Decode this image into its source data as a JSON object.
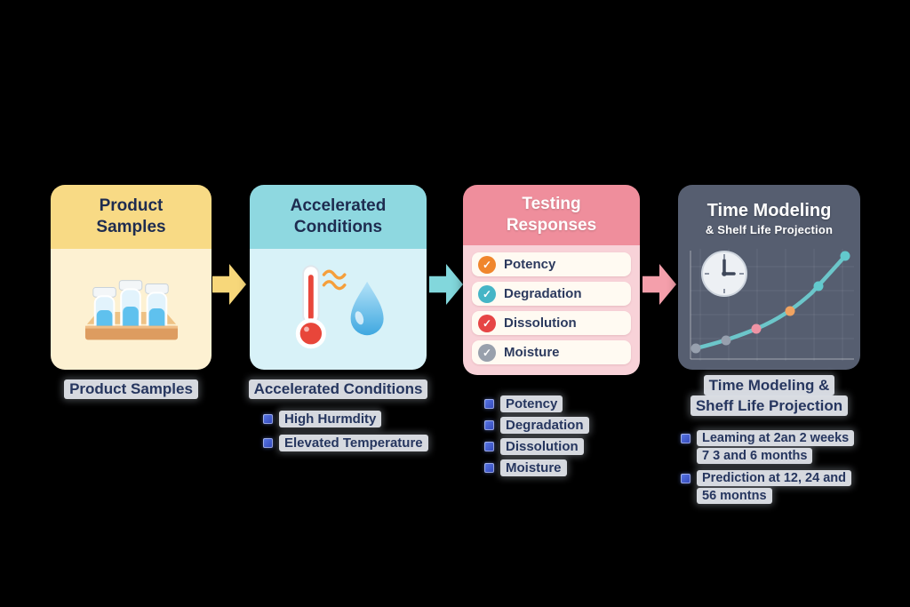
{
  "flow": {
    "cards": [
      {
        "title_lines": [
          "Product",
          "Samples"
        ],
        "header_color": "#f8da85",
        "body_color": "#fdf1d2"
      },
      {
        "title_lines": [
          "Accelerated",
          "Conditions"
        ],
        "header_color": "#8ed8e0",
        "body_color": "#d8f2f8"
      },
      {
        "title_lines": [
          "Testing",
          "Responses"
        ],
        "header_color": "#ef8e9c",
        "body_color": "#f8d2d8",
        "checklist": [
          {
            "label": "Potency",
            "color": "#f0862c"
          },
          {
            "label": "Degradation",
            "color": "#45b5c6"
          },
          {
            "label": "Dissolution",
            "color": "#e64545"
          },
          {
            "label": "Moisture",
            "color": "#98a0ac"
          }
        ]
      },
      {
        "title_lines": [
          "Time Modeling",
          "& Shelf Life Projection"
        ],
        "header_color": "#565e70",
        "body_color": "#565e70"
      }
    ],
    "arrows": [
      {
        "color": "#f7d77a"
      },
      {
        "color": "#82d7dc"
      },
      {
        "color": "#f49fab"
      }
    ],
    "captions": {
      "c1": {
        "title": "Product Samples"
      },
      "c2": {
        "title": "Accelerated Conditions",
        "bullets": [
          "High Hurmdity",
          "Elevated Temperature"
        ]
      },
      "c3": {
        "bullets": [
          "Potency",
          "Degradation",
          "Dissolution",
          "Moisture"
        ]
      },
      "c4": {
        "title_lines": [
          "Time Modeling &",
          "Sheff Life Projection"
        ],
        "bullets": [
          {
            "lines": [
              "Leaming at 2an 2 weeks",
              "7 3 and 6 months"
            ]
          },
          {
            "lines": [
              "Prediction at 12, 24 and",
              "56 montns"
            ]
          }
        ]
      }
    }
  },
  "icons": {
    "check": "✓"
  },
  "colors": {
    "caption_text": "#26365f",
    "caption_highlight": "#edf1f7",
    "card_title_dark": "#1e2c50",
    "trend_line": "#6cc6ca",
    "dot_gray": "#97a0ae",
    "dot_pink": "#ee93a4",
    "dot_orange": "#f0a361",
    "dot_teal": "#62c9cd"
  }
}
